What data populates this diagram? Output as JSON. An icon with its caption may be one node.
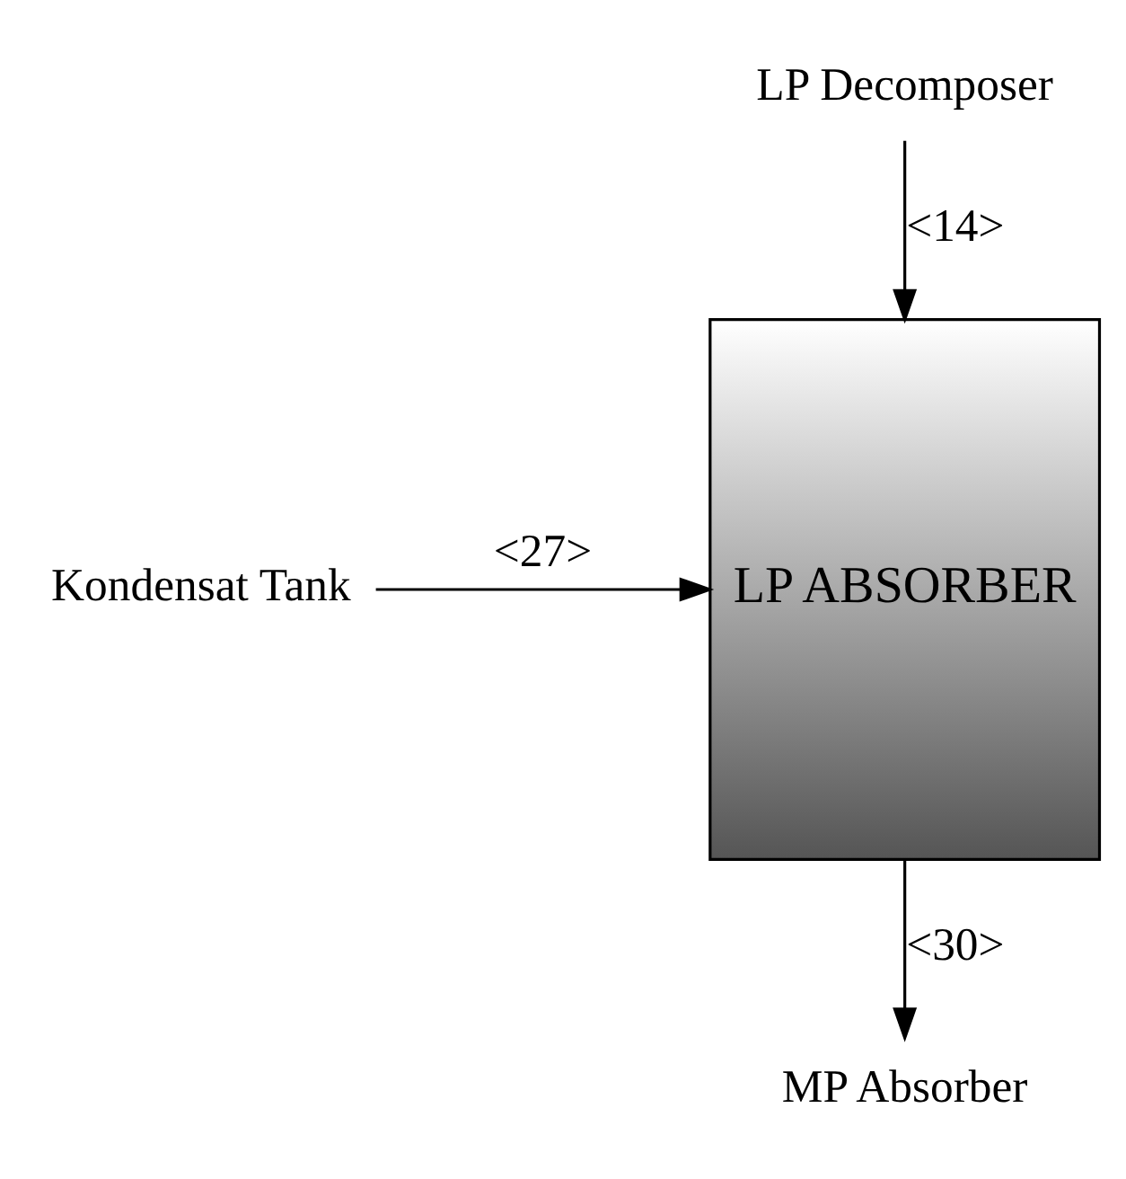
{
  "diagram": {
    "nodes": [
      {
        "text": [
          "LP Decomposer"
        ]
      },
      {
        "text": [
          "LP ABSORBER"
        ]
      },
      {
        "text": [
          "Kondensat Tank"
        ]
      },
      {
        "text": [
          "MP Absorber"
        ]
      }
    ],
    "edges": [
      {
        "from": 0,
        "to": 1,
        "arrow": "to",
        "label": "<14>"
      },
      {
        "from": 2,
        "to": 1,
        "arrow": "to",
        "label": "<27>"
      },
      {
        "from": 1,
        "to": 3,
        "arrow": "to",
        "label": "<30>"
      }
    ]
  }
}
